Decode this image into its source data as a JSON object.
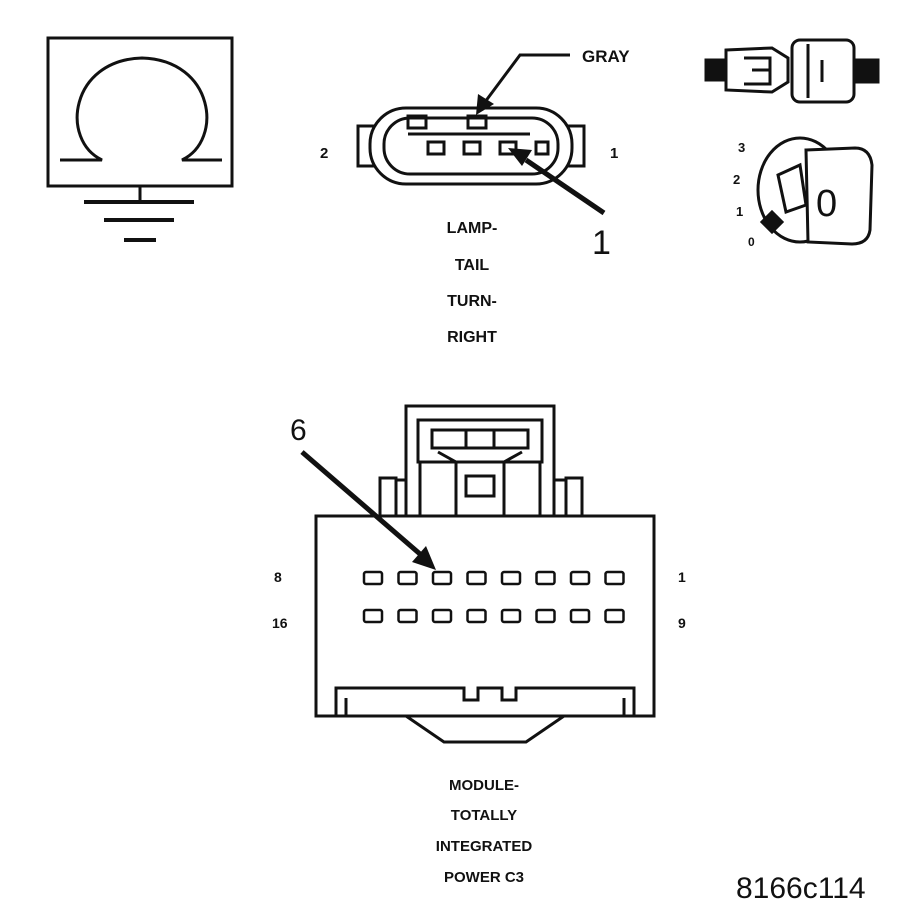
{
  "top_connector": {
    "wire_color_label": "GRAY",
    "pin_left": "2",
    "pin_right": "1",
    "callout": "1",
    "name_lines": [
      "LAMP-",
      "TAIL",
      "TURN-",
      "RIGHT"
    ]
  },
  "ignition": {
    "positions": [
      "3",
      "2",
      "1",
      "0"
    ],
    "key_mark": "0"
  },
  "bottom_connector": {
    "callout": "6",
    "row1_left": "8",
    "row1_right": "1",
    "row2_left": "16",
    "row2_right": "9",
    "name_lines": [
      "MODULE-",
      "TOTALLY",
      "INTEGRATED",
      "POWER C3"
    ]
  },
  "figure_id": "8166c114"
}
